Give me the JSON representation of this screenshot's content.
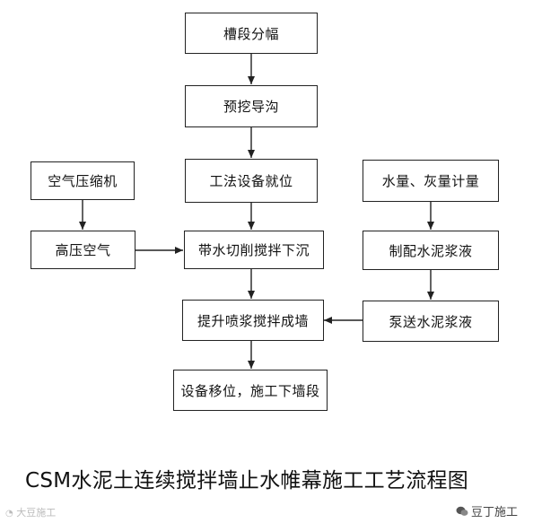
{
  "nodes": {
    "n1": "槽段分幅",
    "n2": "预挖导沟",
    "n3": "工法设备就位",
    "n4": "带水切削搅拌下沉",
    "n5": "提升喷浆搅拌成墙",
    "n6": "设备移位，施工下墙段",
    "l1": "空气压缩机",
    "l2": "高压空气",
    "r1": "水量、灰量计量",
    "r2": "制配水泥浆液",
    "r3": "泵送水泥浆液"
  },
  "edges": [
    {
      "from": "n1",
      "to": "n2"
    },
    {
      "from": "n2",
      "to": "n3"
    },
    {
      "from": "n3",
      "to": "n4"
    },
    {
      "from": "n4",
      "to": "n5"
    },
    {
      "from": "n5",
      "to": "n6"
    },
    {
      "from": "l1",
      "to": "l2"
    },
    {
      "from": "l2",
      "to": "n4"
    },
    {
      "from": "r1",
      "to": "r2"
    },
    {
      "from": "r2",
      "to": "r3"
    },
    {
      "from": "r3",
      "to": "n5"
    }
  ],
  "title": "CSM水泥土连续搅拌墙止水帷幕施工工艺流程图",
  "watermark_left": "大豆施工",
  "watermark_right": "豆丁施工",
  "colors": {
    "line": "#222222",
    "background": "#ffffff"
  }
}
